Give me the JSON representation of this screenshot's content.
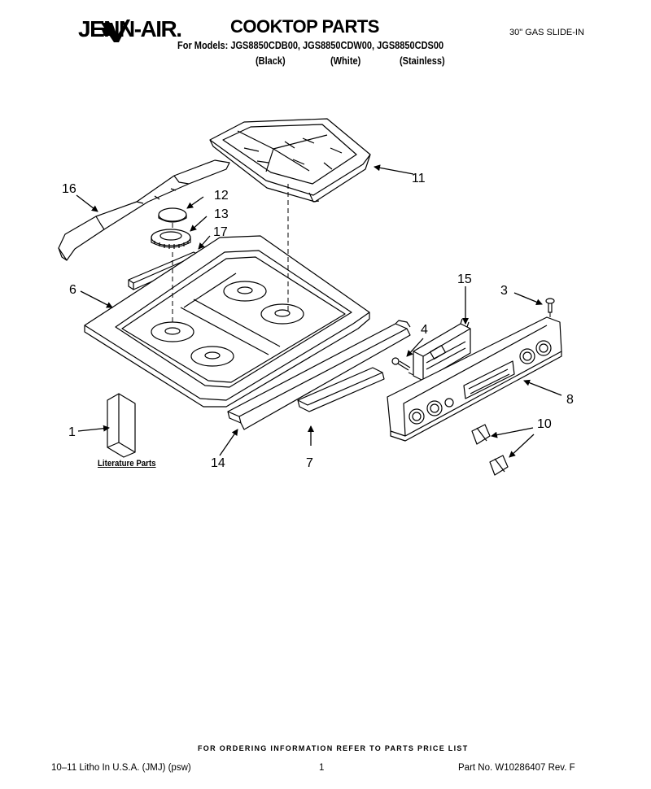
{
  "header": {
    "brand": "JENN-AIR.",
    "title": "COOKTOP PARTS",
    "subtitle": "30\" GAS SLIDE-IN",
    "models_line": "For Models: JGS8850CDB00, JGS8850CDW00, JGS8850CDS00",
    "variants": [
      "(Black)",
      "(White)",
      "(Stainless)"
    ]
  },
  "callouts": [
    "16",
    "12",
    "13",
    "17",
    "11",
    "6",
    "15",
    "3",
    "4",
    "8",
    "1",
    "14",
    "7",
    "10"
  ],
  "literature_label": "Literature Parts",
  "footer": {
    "ordering_note": "FOR ORDERING INFORMATION REFER TO PARTS PRICE LIST",
    "litho": "10–11 Litho In U.S.A. (JMJ) (psw)",
    "page_number": "1",
    "part_number": "Part No. W10286407 Rev. F"
  }
}
